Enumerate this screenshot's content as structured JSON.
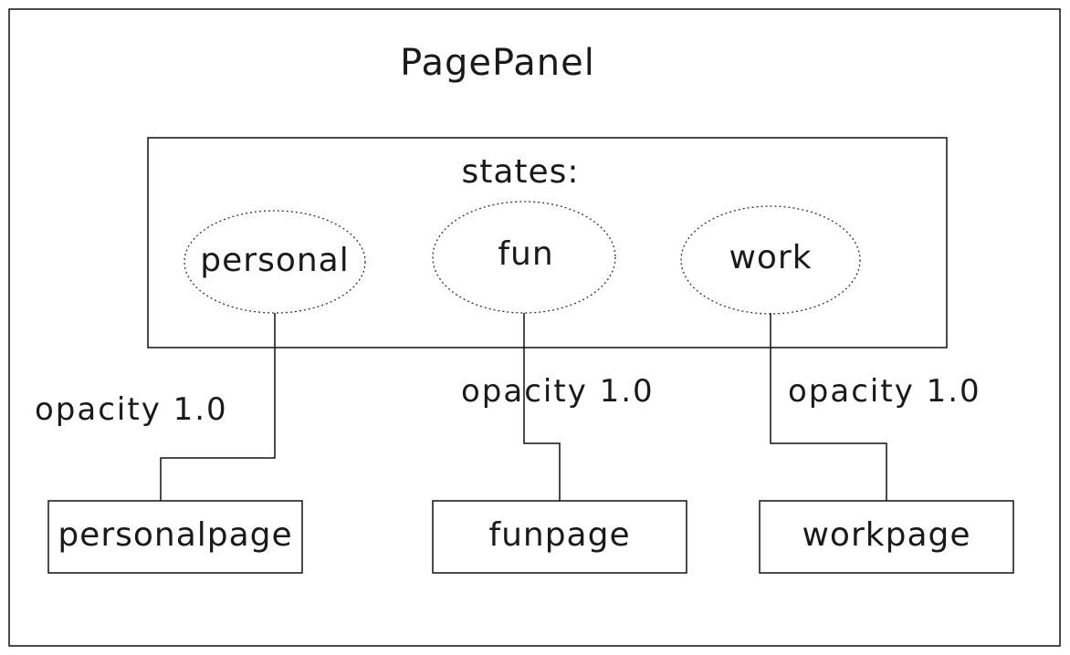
{
  "title": "PagePanel",
  "states_label": "states:",
  "states": [
    {
      "id": "personal",
      "label": "personal"
    },
    {
      "id": "fun",
      "label": "fun"
    },
    {
      "id": "work",
      "label": "work"
    }
  ],
  "transitions": [
    {
      "from": "personal",
      "to": "personalpage",
      "label": "opacity 1.0"
    },
    {
      "from": "fun",
      "to": "funpage",
      "label": "opacity 1.0"
    },
    {
      "from": "work",
      "to": "workpage",
      "label": "opacity 1.0"
    }
  ],
  "pages": [
    {
      "id": "personalpage",
      "label": "personalpage"
    },
    {
      "id": "funpage",
      "label": "funpage"
    },
    {
      "id": "workpage",
      "label": "workpage"
    }
  ]
}
